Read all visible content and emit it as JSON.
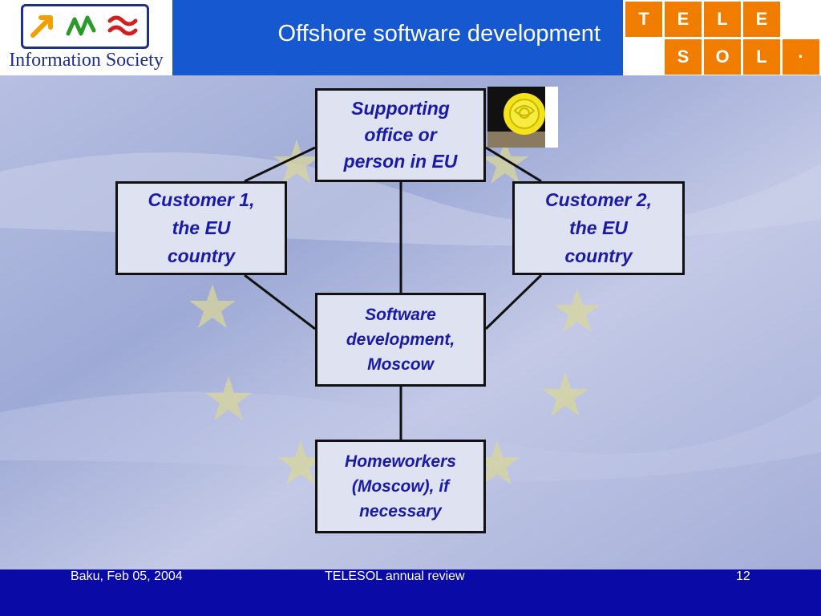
{
  "header": {
    "title": "Offshore software development",
    "left_logo": {
      "text": "Information Society",
      "name": "information-society-logo"
    },
    "right_logo": {
      "name": "telesol-logo",
      "tiles": [
        "T",
        "E",
        "L",
        "E",
        "S",
        "O",
        "L",
        "·"
      ]
    }
  },
  "diagram": {
    "nodes": {
      "support": [
        "Supporting",
        "office or",
        "person in EU"
      ],
      "customer1": [
        "Customer 1,",
        "the EU",
        "country"
      ],
      "customer2": [
        "Customer 2,",
        "the EU",
        "country"
      ],
      "software": [
        "Software",
        "development,",
        "Moscow"
      ],
      "homeworkers": [
        "Homeworkers",
        "(Moscow), if",
        "necessary"
      ]
    },
    "edges": [
      [
        "support",
        "customer1"
      ],
      [
        "support",
        "customer2"
      ],
      [
        "support",
        "software"
      ],
      [
        "customer1",
        "software"
      ],
      [
        "customer2",
        "software"
      ],
      [
        "software",
        "homeworkers"
      ]
    ],
    "image": "yellow-rose-image"
  },
  "footer": {
    "location_date": "Baku, Feb 05, 2004",
    "event": "TELESOL annual review",
    "page": "12"
  },
  "colors": {
    "title_bar": "#1558d0",
    "footer": "#0a0aa6",
    "node_text": "#1a1aa8",
    "node_fill": "#dfe2f0",
    "telesol_orange": "#f07c00",
    "background": "#aab4d8"
  }
}
